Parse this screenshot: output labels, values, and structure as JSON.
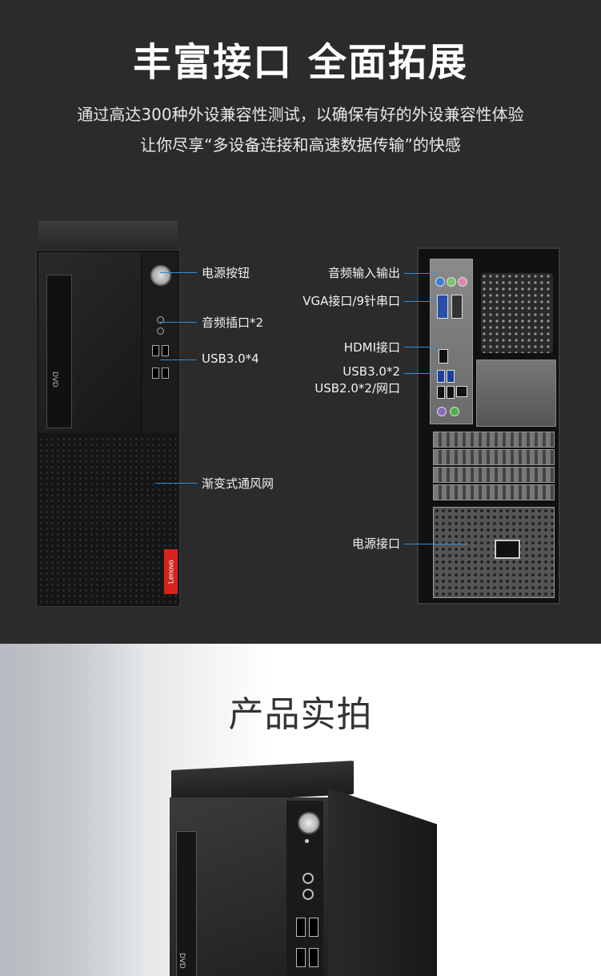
{
  "header": {
    "title": "丰富接口 全面拓展",
    "line1": "通过高达300种外设兼容性测试，以确保有好的外设兼容性体验",
    "line2": "让你尽享“多设备连接和高速数据传输”的快感"
  },
  "front_labels": {
    "power_button": "电源按钮",
    "audio_jacks": "音频插口*2",
    "usb_front": "USB3.0*4",
    "vent": "渐变式通风网"
  },
  "rear_labels": {
    "audio_io": "音频输入输出",
    "vga_serial": "VGA接口/9针串口",
    "hdmi": "HDMI接口",
    "usb3_rear": "USB3.0*2",
    "usb2_lan": "USB2.0*2/网口",
    "power_socket": "电源接口"
  },
  "product": {
    "brand": "Lenovo",
    "drive_label": "DVD",
    "photo_title": "产品实拍"
  },
  "colors": {
    "dark_bg": "#2b2b2b",
    "leader_line": "#2e8fd8",
    "brand_red": "#d5231e",
    "photo_title": "#333333"
  }
}
